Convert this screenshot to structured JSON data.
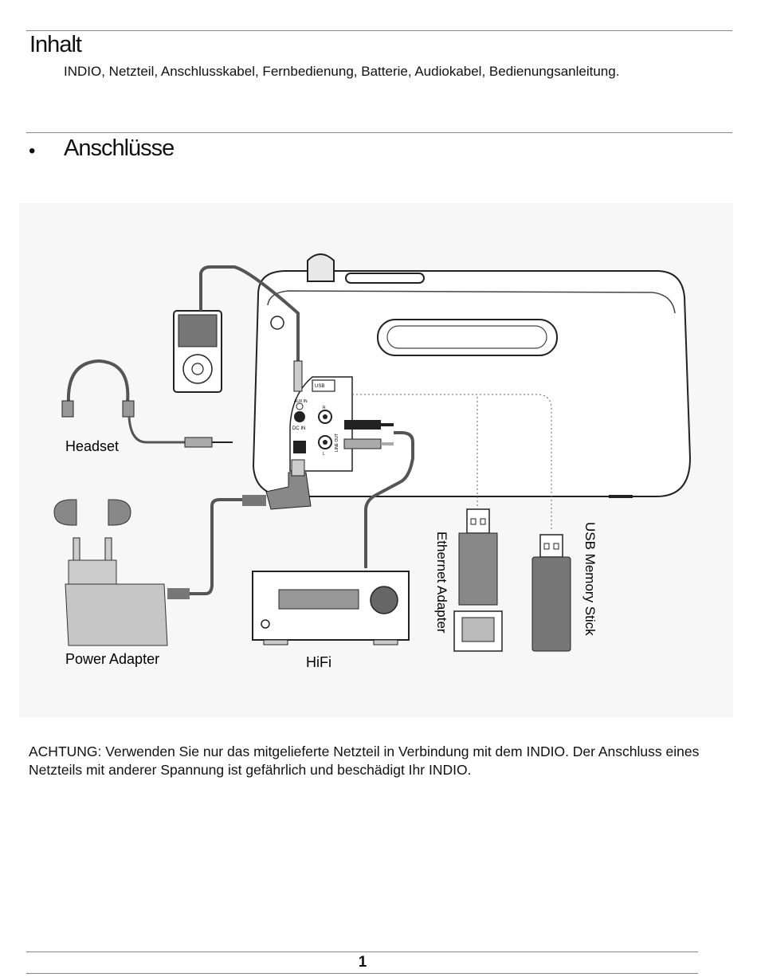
{
  "sections": {
    "inhalt": {
      "heading": "Inhalt",
      "text": "INDIO, Netzteil, Anschlusskabel, Fernbedienung, Batterie, Audiokabel, Bedienungsanleitung."
    },
    "anschluesse": {
      "bullet": "•",
      "heading": "Anschlüsse"
    }
  },
  "figure": {
    "labels": {
      "headset": "Headset",
      "power_adapter": "Power Adapter",
      "hifi": "HiFi",
      "ethernet_adapter": "Ethernet Adapter",
      "usb_memory_stick": "USB Memory Stick"
    },
    "panel_labels": {
      "usb": "USB",
      "aux_in": "AUX IN",
      "dc_in": "DC IN",
      "right": "R",
      "left": "L",
      "line_out": "LINE OUT"
    }
  },
  "warning": {
    "prefix": "ACHTUNG:",
    "text": " Verwenden Sie nur das mitgelieferte Netzteil in Verbindung mit dem INDIO.  Der Anschluss eines Netzteils mit anderer Spannung ist gefährlich und beschädigt Ihr INDIO."
  },
  "footer": {
    "page_number": "1"
  }
}
